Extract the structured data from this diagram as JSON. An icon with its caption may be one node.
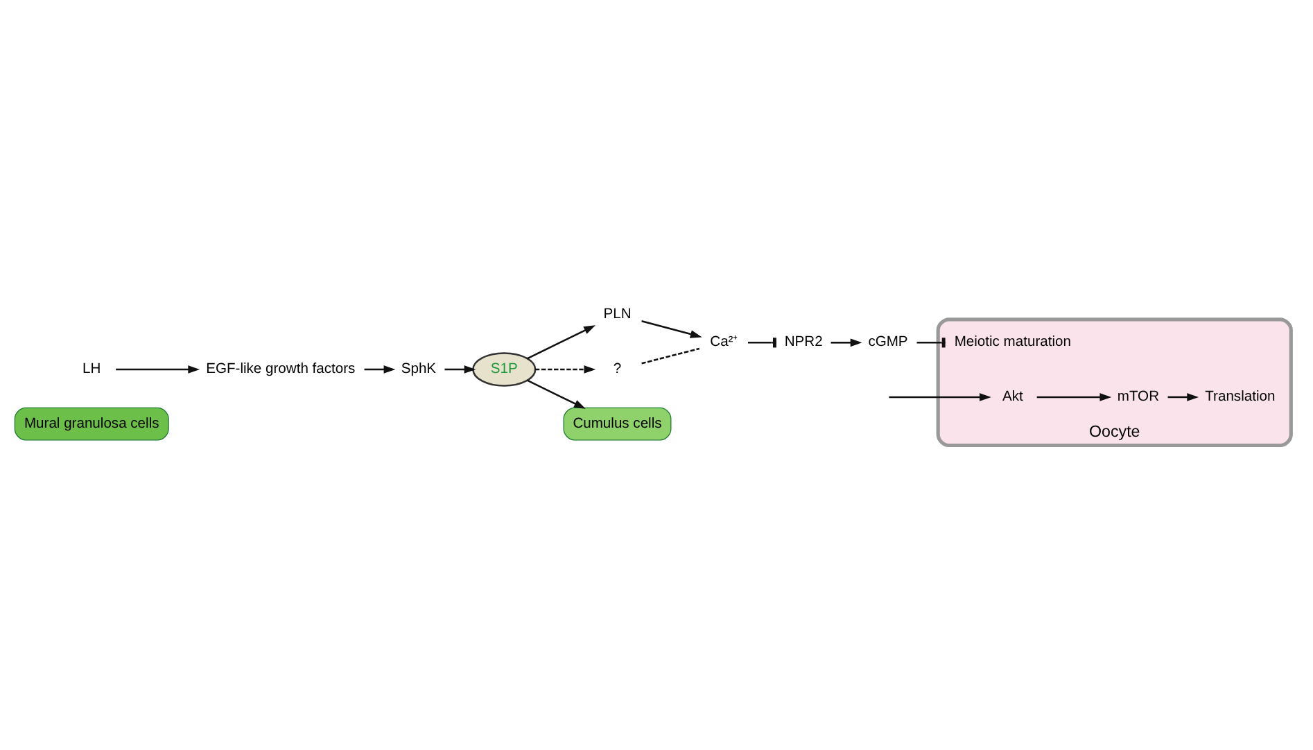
{
  "diagram": {
    "nodes": [
      {
        "text": [
          "Mural granulosa cells"
        ]
      },
      {
        "text": [
          "LH"
        ]
      },
      {
        "text": [
          "EGF-like growth factors"
        ]
      },
      {
        "text": [
          "SphK"
        ]
      },
      {
        "text": [
          "S1P"
        ]
      },
      {
        "text": [
          "PLN"
        ]
      },
      {
        "text": [
          "?"
        ]
      },
      {
        "text": [
          "Ca²⁺"
        ]
      },
      {
        "text": [
          "NPR2"
        ]
      },
      {
        "text": [
          "cGMP"
        ]
      },
      {
        "text": [
          "Cumulus cells"
        ]
      },
      {
        "text": [
          "Oocyte"
        ]
      },
      {
        "text": [
          "Meiotic maturation"
        ],
        "in": 11
      },
      {
        "text": [
          "Akt"
        ],
        "in": 11
      },
      {
        "text": [
          "mTOR"
        ],
        "in": 11
      },
      {
        "text": [
          "Translation"
        ],
        "in": 11
      }
    ],
    "edges": [
      {
        "from": 1,
        "to": 2,
        "arrow": "to"
      },
      {
        "from": 2,
        "to": 3,
        "arrow": "to"
      },
      {
        "from": 3,
        "to": 4,
        "arrow": "to"
      },
      {
        "from": 4,
        "to": 5,
        "arrow": "to"
      },
      {
        "from": 4,
        "to": 6,
        "arrow": "to",
        "style": "dashed"
      },
      {
        "from": 5,
        "to": 7,
        "arrow": "to"
      },
      {
        "from": 6,
        "to": 7,
        "arrow": "none",
        "style": "dashed"
      },
      {
        "from": 7,
        "to": 8,
        "arrow": "other"
      },
      {
        "from": 8,
        "to": 9,
        "arrow": "to"
      },
      {
        "from": 9,
        "to": 12,
        "arrow": "other"
      },
      {
        "from": 4,
        "to": 10,
        "arrow": "to"
      },
      {
        "from": null,
        "to": 13,
        "arrow": "to"
      },
      {
        "from": 13,
        "to": 14,
        "arrow": "to"
      },
      {
        "from": 14,
        "to": 15,
        "arrow": "to"
      }
    ]
  }
}
